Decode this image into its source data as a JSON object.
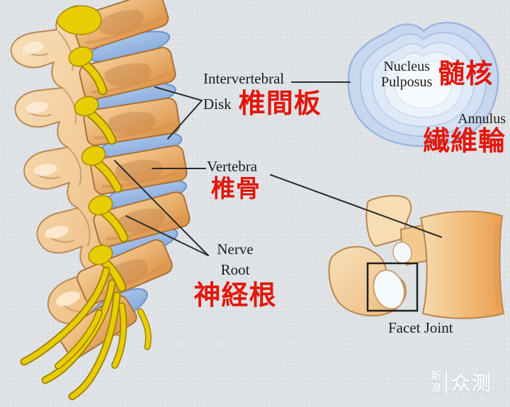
{
  "title": "Spine anatomy diagram (intervertebral disk, vertebra, nerve root, facet joint)",
  "background_color": "#dde1e4",
  "accent_red": "#e2170c",
  "text_color": "#1c1c1c",
  "labels": {
    "intervertebral_disk": {
      "en1": "Intervertebral",
      "en2": "Disk",
      "jp": "椎間板"
    },
    "nucleus_pulposus": {
      "en1": "Nucleus",
      "en2": "Pulposus",
      "jp": "髄核"
    },
    "annulus": {
      "en": "Annulus",
      "jp": "繊維輪"
    },
    "vertebra": {
      "en": "Vertebra",
      "jp": "椎骨"
    },
    "nerve_root": {
      "en1": "Nerve",
      "en2": "Root",
      "jp": "神経根"
    },
    "facet_joint": {
      "en": "Facet Joint"
    }
  },
  "illustration_colors": {
    "bone_light": "#f8dcae",
    "bone_mid": "#eeb06a",
    "bone_outline": "#b07a48",
    "disk_blue": "#8fb4e2",
    "nerve_yellow": "#e8cc05",
    "annulus_ring_blue": "#c7d7ee",
    "leader_line": "#2b2b2b"
  },
  "watermark": {
    "brand_char1": "新",
    "brand_char2": "浪",
    "name": "众测"
  }
}
